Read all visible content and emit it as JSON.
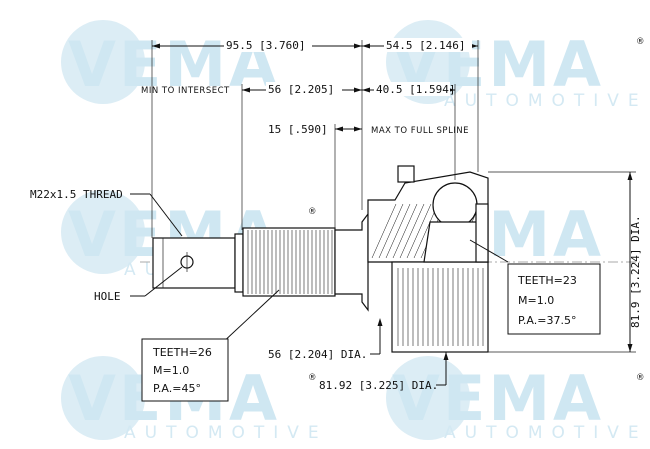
{
  "watermark": {
    "brand": "VEMA",
    "sub": "AUTOMOTIVE",
    "reg": "®"
  },
  "dimensions": {
    "overall_left": "95.5 [3.760]",
    "overall_right": "54.5 [2.146]",
    "min_to_intersect_label": "MIN TO INTERSECT",
    "min_to_intersect_value": "56 [2.205]",
    "right_inner": "40.5 [1.594]",
    "spline_length": "15 [.590]",
    "max_full_spline_label": "MAX TO FULL SPLINE",
    "thread": "M22x1.5 THREAD",
    "hole": "HOLE",
    "outer_dia": "81.9 [3.224] DIA.",
    "neck_dia": "56 [2.204] DIA.",
    "bell_dia": "81.92 [3.225] DIA."
  },
  "callouts": {
    "outer_spline": {
      "teeth": "TEETH=26",
      "module": "M=1.0",
      "pressure_angle": "P.A.=45°"
    },
    "inner_spline": {
      "teeth": "TEETH=23",
      "module": "M=1.0",
      "pressure_angle": "P.A.=37.5°"
    }
  },
  "colors": {
    "watermark": "#cfe7f2",
    "ink": "#111111",
    "background": "#ffffff"
  }
}
